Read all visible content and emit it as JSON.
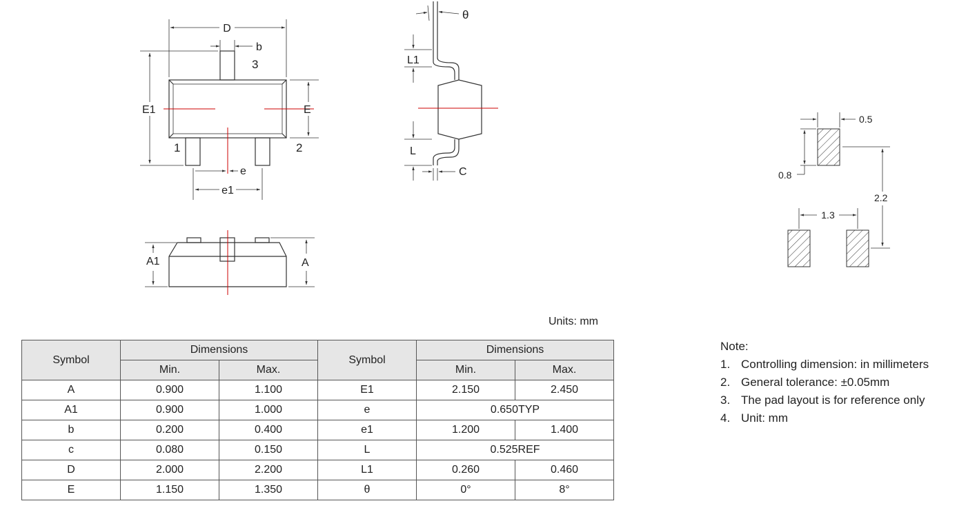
{
  "drawing": {
    "top_view": {
      "dim_D": "D",
      "dim_b": "b",
      "dim_E1": "E1",
      "dim_E": "E",
      "dim_e": "e",
      "dim_e1": "e1",
      "pin1": "1",
      "pin2": "2",
      "pin3": "3"
    },
    "side_view": {
      "dim_theta": "θ",
      "dim_L1": "L1",
      "dim_L": "L",
      "dim_C": "C"
    },
    "front_view": {
      "dim_A1": "A1",
      "dim_A": "A"
    },
    "pad_layout": {
      "dim_05": "0.5",
      "dim_08": "0.8",
      "dim_22": "2.2",
      "dim_13": "1.3"
    }
  },
  "units_label": "Units:  mm",
  "table": {
    "header_symbol": "Symbol",
    "header_dimensions": "Dimensions",
    "header_min": "Min.",
    "header_max": "Max.",
    "rows": [
      {
        "s1": "A",
        "min1": "0.900",
        "max1": "1.100",
        "s2": "E1",
        "min2": "2.150",
        "max2": "2.450"
      },
      {
        "s1": "A1",
        "min1": "0.900",
        "max1": "1.000",
        "s2": "e",
        "span2": "0.650TYP"
      },
      {
        "s1": "b",
        "min1": "0.200",
        "max1": "0.400",
        "s2": "e1",
        "min2": "1.200",
        "max2": "1.400"
      },
      {
        "s1": "c",
        "min1": "0.080",
        "max1": "0.150",
        "s2": "L",
        "span2": "0.525REF"
      },
      {
        "s1": "D",
        "min1": "2.000",
        "max1": "2.200",
        "s2": "L1",
        "min2": "0.260",
        "max2": "0.460"
      },
      {
        "s1": "E",
        "min1": "1.150",
        "max1": "1.350",
        "s2": "θ",
        "min2": "0°",
        "max2": "8°"
      }
    ]
  },
  "notes": {
    "title": "Note:",
    "items": [
      {
        "n": "1.",
        "t": "Controlling dimension: in millimeters"
      },
      {
        "n": "2.",
        "t": "General tolerance:  ±0.05mm"
      },
      {
        "n": "3.",
        "t": "The pad layout is for reference only"
      },
      {
        "n": "4.",
        "t": "Unit: mm"
      }
    ]
  },
  "colors": {
    "line": "#333333",
    "center_line": "#cc0000",
    "table_header_bg": "#e6e6e6"
  }
}
